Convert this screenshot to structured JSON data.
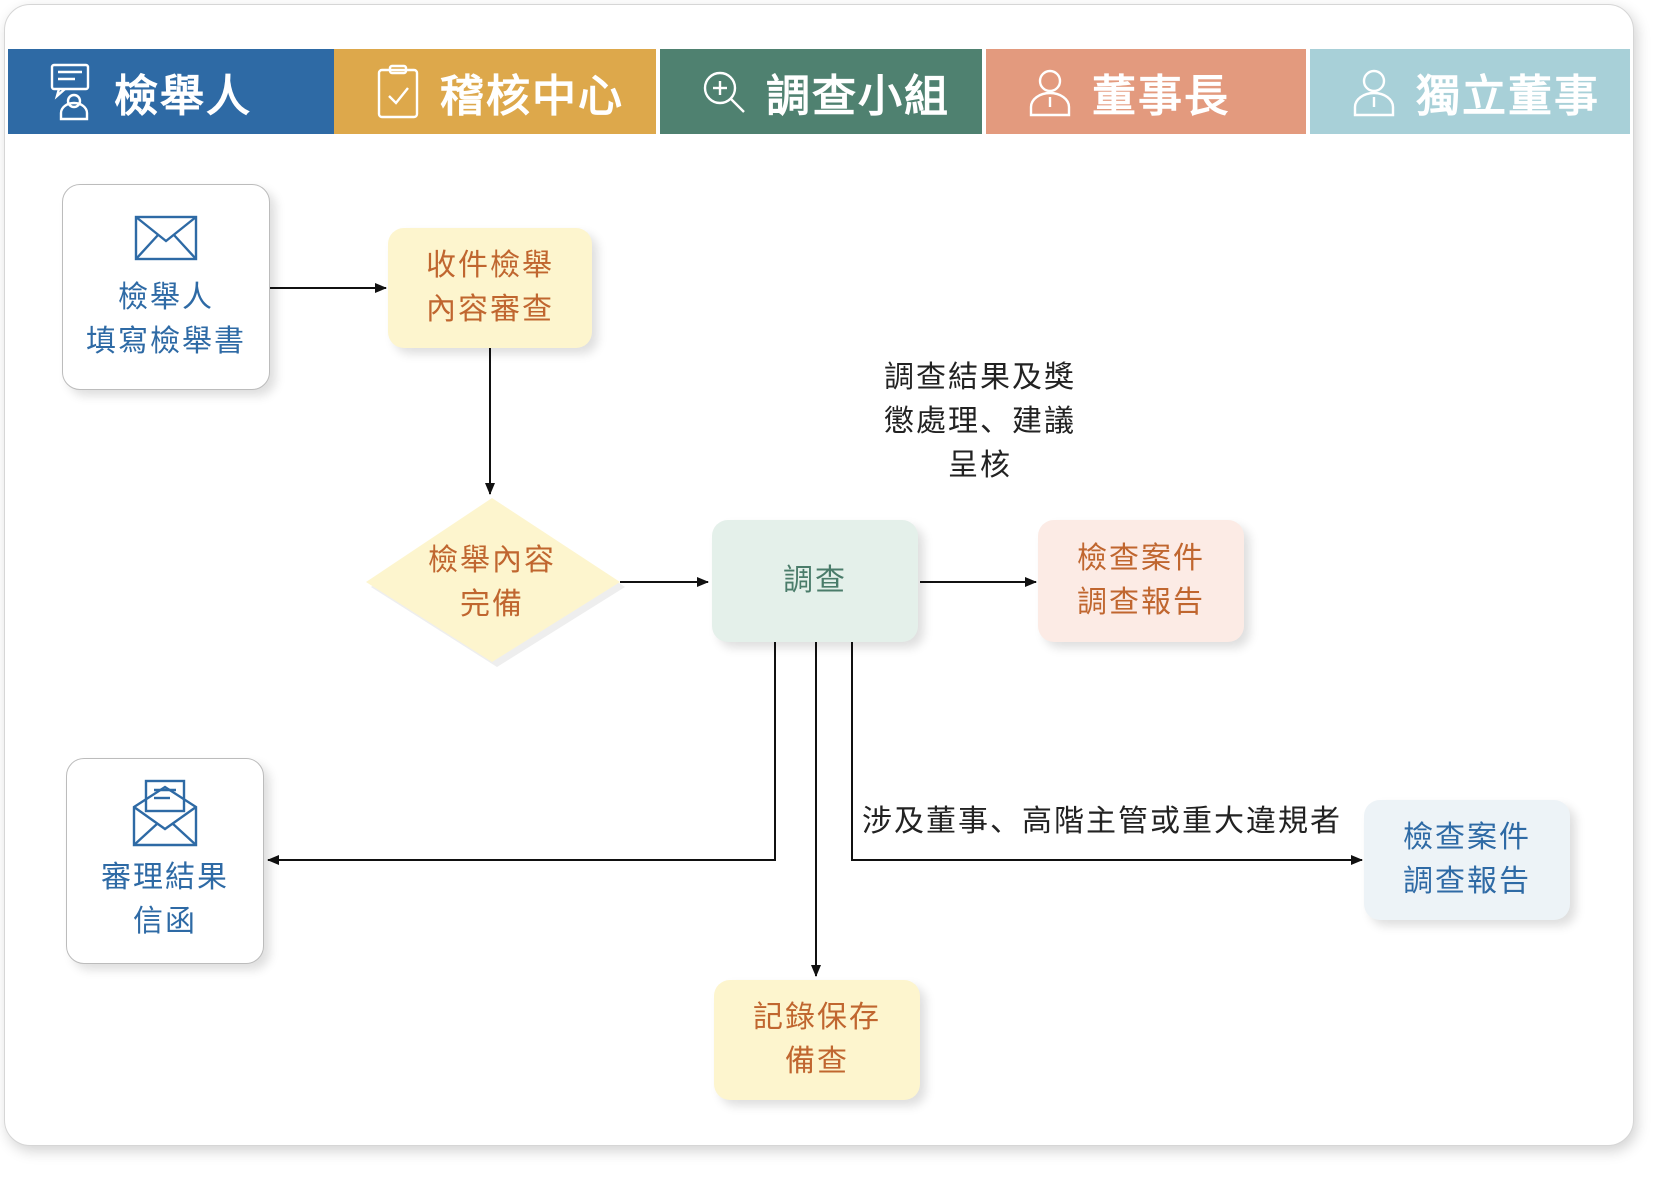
{
  "colors": {
    "lane_1": "#2e6aa5",
    "lane_2": "#dda84b",
    "lane_3": "#4f8170",
    "lane_4": "#e39a7e",
    "lane_5": "#a8d0d8",
    "node_yellow": "#fdf5ce",
    "node_green": "#e4f0ea",
    "node_pink": "#fcebe5",
    "node_blue": "#edf3f7",
    "text_orange": "#c0662f",
    "text_green": "#4a7c6a",
    "text_blue": "#2e6aa5",
    "arrow": "#111111"
  },
  "lanes": [
    {
      "label": "檢舉人",
      "icon": "user-message-icon"
    },
    {
      "label": "稽核中心",
      "icon": "clipboard-check-icon"
    },
    {
      "label": "調查小組",
      "icon": "magnifier-icon"
    },
    {
      "label": "董事長",
      "icon": "person-icon"
    },
    {
      "label": "獨立董事",
      "icon": "person-icon"
    }
  ],
  "nodes": {
    "reporter_form": {
      "line1": "檢舉人",
      "line2": "填寫檢舉書",
      "icon": "envelope-icon"
    },
    "receive_review": {
      "line1": "收件檢舉",
      "line2": "內容審查"
    },
    "complete_decision": {
      "line1": "檢舉內容",
      "line2": "完備"
    },
    "investigate": {
      "line1": "調查"
    },
    "report_chairman": {
      "line1": "檢查案件",
      "line2": "調查報告"
    },
    "result_letter": {
      "line1": "審理結果",
      "line2": "信函",
      "icon": "open-letter-icon"
    },
    "record_keep": {
      "line1": "記錄保存",
      "line2": "備查"
    },
    "report_independent": {
      "line1": "檢查案件",
      "line2": "調查報告"
    }
  },
  "annotations": {
    "result_note": {
      "line1": "調查結果及獎",
      "line2": "懲處理、建議",
      "line3": "呈核"
    },
    "escalation_note": "涉及董事、高階主管或重大違規者"
  }
}
